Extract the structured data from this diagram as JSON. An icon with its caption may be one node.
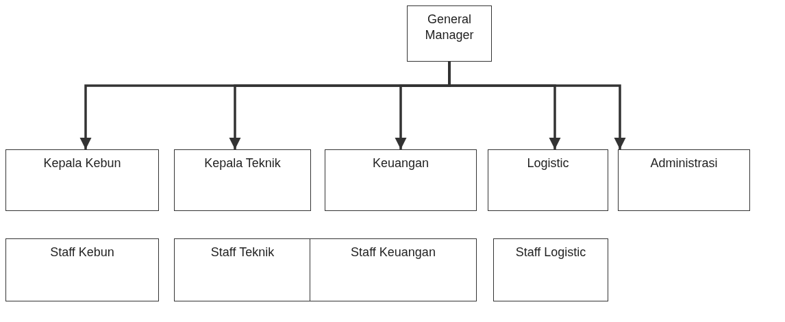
{
  "diagram": {
    "nodes": [
      {
        "text": [
          "General Manager"
        ]
      },
      {
        "text": [
          "Kepala Kebun"
        ]
      },
      {
        "text": [
          "Kepala Teknik"
        ]
      },
      {
        "text": [
          "Keuangan"
        ]
      },
      {
        "text": [
          "Logistic"
        ]
      },
      {
        "text": [
          "Administrasi"
        ]
      },
      {
        "text": [
          "Staff Kebun"
        ]
      },
      {
        "text": [
          "Staff Teknik"
        ]
      },
      {
        "text": [
          "Staff Keuangan"
        ]
      },
      {
        "text": [
          "Staff Logistic"
        ]
      }
    ],
    "edges": [
      {
        "from": 0,
        "to": 1,
        "arrow": "to"
      },
      {
        "from": 0,
        "to": 2,
        "arrow": "to"
      },
      {
        "from": 0,
        "to": 3,
        "arrow": "to"
      },
      {
        "from": 0,
        "to": 4,
        "arrow": "to"
      },
      {
        "from": 0,
        "to": 5,
        "arrow": "to"
      }
    ]
  }
}
